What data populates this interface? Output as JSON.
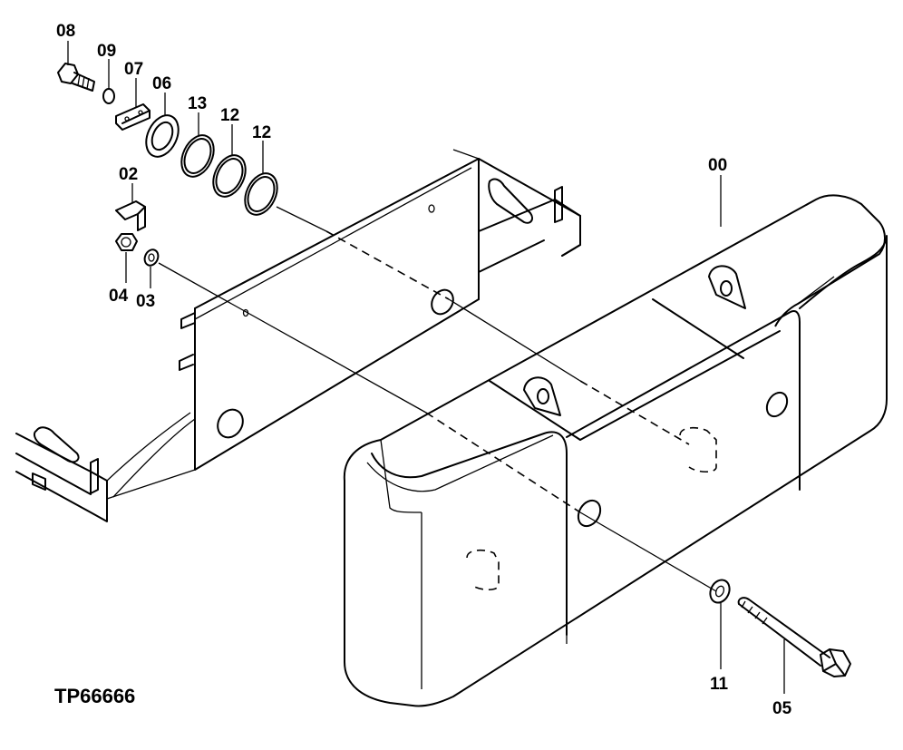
{
  "figure_id": "TP66666",
  "callouts": [
    "08",
    "09",
    "07",
    "06",
    "13",
    "12",
    "12",
    "02",
    "04",
    "03",
    "00",
    "11",
    "05"
  ],
  "colors": {
    "line": "#000000",
    "background": "#ffffff"
  }
}
